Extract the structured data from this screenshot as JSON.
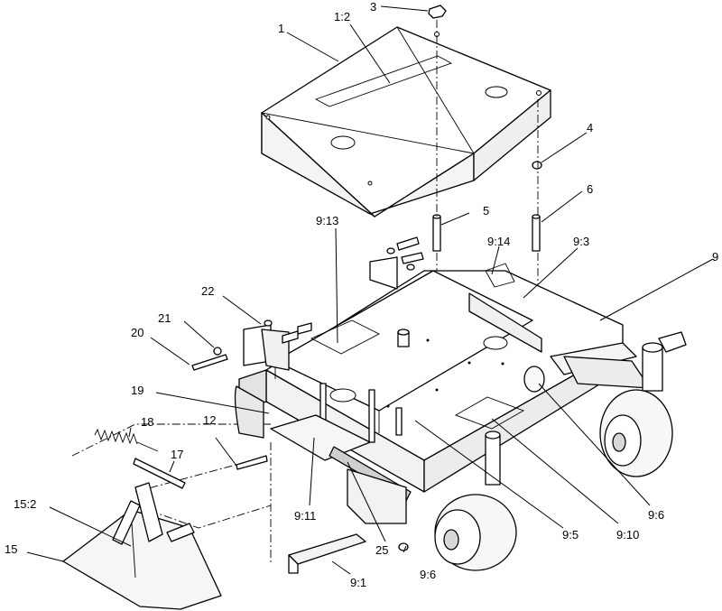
{
  "callouts": [
    {
      "id": "c1",
      "text": "1"
    },
    {
      "id": "c1_2",
      "text": "1:2"
    },
    {
      "id": "c3",
      "text": "3"
    },
    {
      "id": "c4",
      "text": "4"
    },
    {
      "id": "c5",
      "text": "5"
    },
    {
      "id": "c6",
      "text": "6"
    },
    {
      "id": "c9",
      "text": "9"
    },
    {
      "id": "c9_13",
      "text": "9:13"
    },
    {
      "id": "c9_14",
      "text": "9:14"
    },
    {
      "id": "c9_3",
      "text": "9:3"
    },
    {
      "id": "c22",
      "text": "22"
    },
    {
      "id": "c21",
      "text": "21"
    },
    {
      "id": "c20",
      "text": "20"
    },
    {
      "id": "c19",
      "text": "19"
    },
    {
      "id": "c18",
      "text": "18"
    },
    {
      "id": "c12",
      "text": "12"
    },
    {
      "id": "c17",
      "text": "17"
    },
    {
      "id": "c15_2",
      "text": "15:2"
    },
    {
      "id": "c15",
      "text": "15"
    },
    {
      "id": "c9_11",
      "text": "9:11"
    },
    {
      "id": "c25",
      "text": "25"
    },
    {
      "id": "c9_1",
      "text": "9:1"
    },
    {
      "id": "c9_6a",
      "text": "9:6"
    },
    {
      "id": "c9_5",
      "text": "9:5"
    },
    {
      "id": "c9_10",
      "text": "9:10"
    },
    {
      "id": "c9_6b",
      "text": "9:6"
    }
  ]
}
